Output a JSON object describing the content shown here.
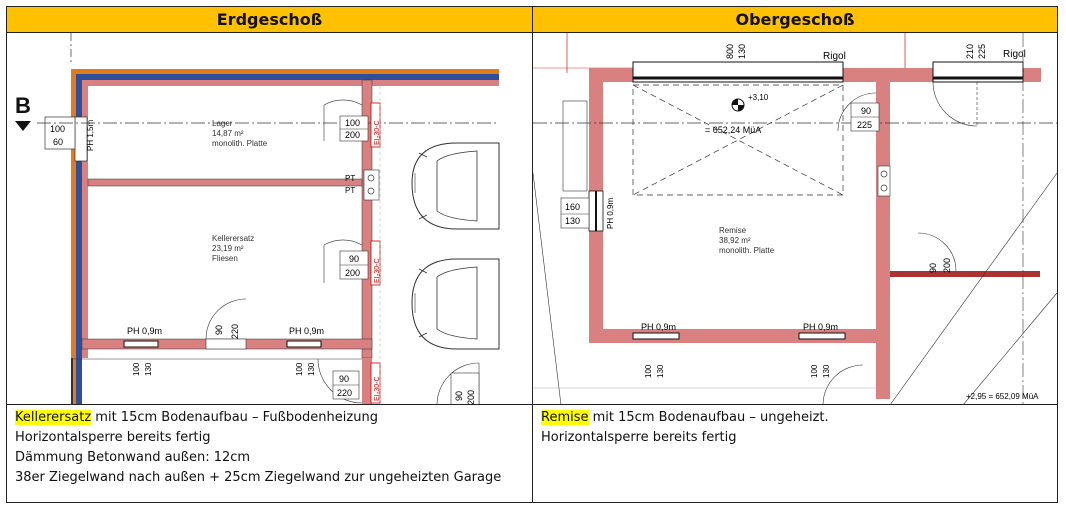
{
  "header": {
    "left": "Erdgeschoß",
    "right": "Obergeschoß"
  },
  "plan_left": {
    "section_marker": "B",
    "window_left": [
      "100",
      "60"
    ],
    "ph_vertical": "PH 1,5m",
    "room_lager": [
      "Lager",
      "14,87 m²",
      "monolith. Platte"
    ],
    "room_keller": [
      "Kellerersatz",
      "23,19 m²",
      "Fliesen"
    ],
    "door1": [
      "100",
      "200"
    ],
    "door2": [
      "90",
      "200"
    ],
    "door3": [
      "90",
      "220"
    ],
    "door4": [
      "90",
      "220"
    ],
    "door5": [
      "90",
      "200"
    ],
    "fire_label": "EI₂30-C",
    "pt1": "PT",
    "pt2": "PT",
    "ph_bottom_left": "PH 0,9m",
    "ph_bottom_right": "PH 0,9m",
    "window_bottom": [
      "100",
      "130"
    ]
  },
  "plan_right": {
    "top_dims": [
      "800",
      "130"
    ],
    "top_dims2": [
      "210",
      "225"
    ],
    "rigol1": "Rigol",
    "rigol2": "Rigol",
    "level_mark": "+3,10",
    "level_text": "= 652,24 MüA",
    "door_top": [
      "90",
      "225"
    ],
    "window_left": [
      "160",
      "130"
    ],
    "ph_vertical": "PH 0,9m",
    "room_remise": [
      "Remise",
      "38,92 m²",
      "monolith. Platte"
    ],
    "door_right": [
      "90",
      "200"
    ],
    "ph_bottom_left": "PH 0,9m",
    "ph_bottom_right": "PH 0,9m",
    "window_bottom": [
      "100",
      "130"
    ],
    "level_bottom": "+2,95 = 652,09 MüA"
  },
  "notes_left": {
    "highlight": "Kellerersatz",
    "line1_rest": " mit 15cm Bodenaufbau – Fußbodenheizung",
    "line2": "Horizontalsperre bereits fertig",
    "line3": "Dämmung Betonwand außen: 12cm",
    "line4": "38er Ziegelwand nach außen + 25cm Ziegelwand zur ungeheizten Garage"
  },
  "notes_right": {
    "highlight": "Remise",
    "line1_rest": " mit 15cm Bodenaufbau – ungeheizt.",
    "line2": "Horizontalsperre bereits fertig"
  },
  "colors": {
    "header_bg": "#ffc000",
    "wall": "#d98080",
    "highlight": "#ffff00"
  }
}
